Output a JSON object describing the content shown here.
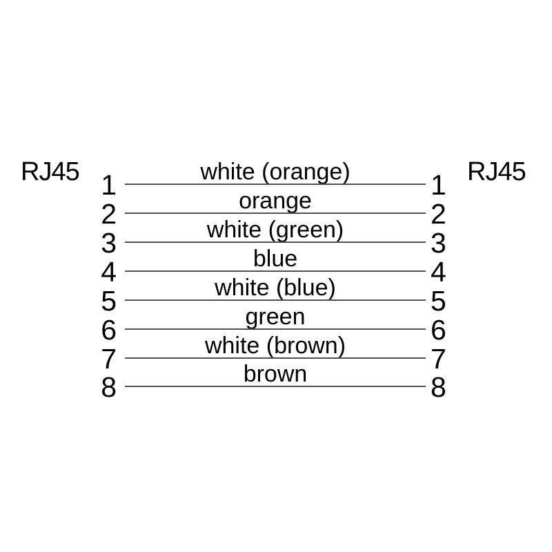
{
  "diagram": {
    "connector_left": "RJ45",
    "connector_right": "RJ45",
    "wires": [
      {
        "left_pin": "1",
        "label": "white (orange)",
        "right_pin": "1"
      },
      {
        "left_pin": "2",
        "label": "orange",
        "right_pin": "2"
      },
      {
        "left_pin": "3",
        "label": "white (green)",
        "right_pin": "3"
      },
      {
        "left_pin": "4",
        "label": "blue",
        "right_pin": "4"
      },
      {
        "left_pin": "5",
        "label": "white (blue)",
        "right_pin": "5"
      },
      {
        "left_pin": "6",
        "label": "green",
        "right_pin": "6"
      },
      {
        "left_pin": "7",
        "label": "white (brown)",
        "right_pin": "7"
      },
      {
        "left_pin": "8",
        "label": "brown",
        "right_pin": "8"
      }
    ]
  },
  "colors": {
    "background": "#ffffff",
    "text": "#000000",
    "wire_line": "#4f4f4f"
  }
}
